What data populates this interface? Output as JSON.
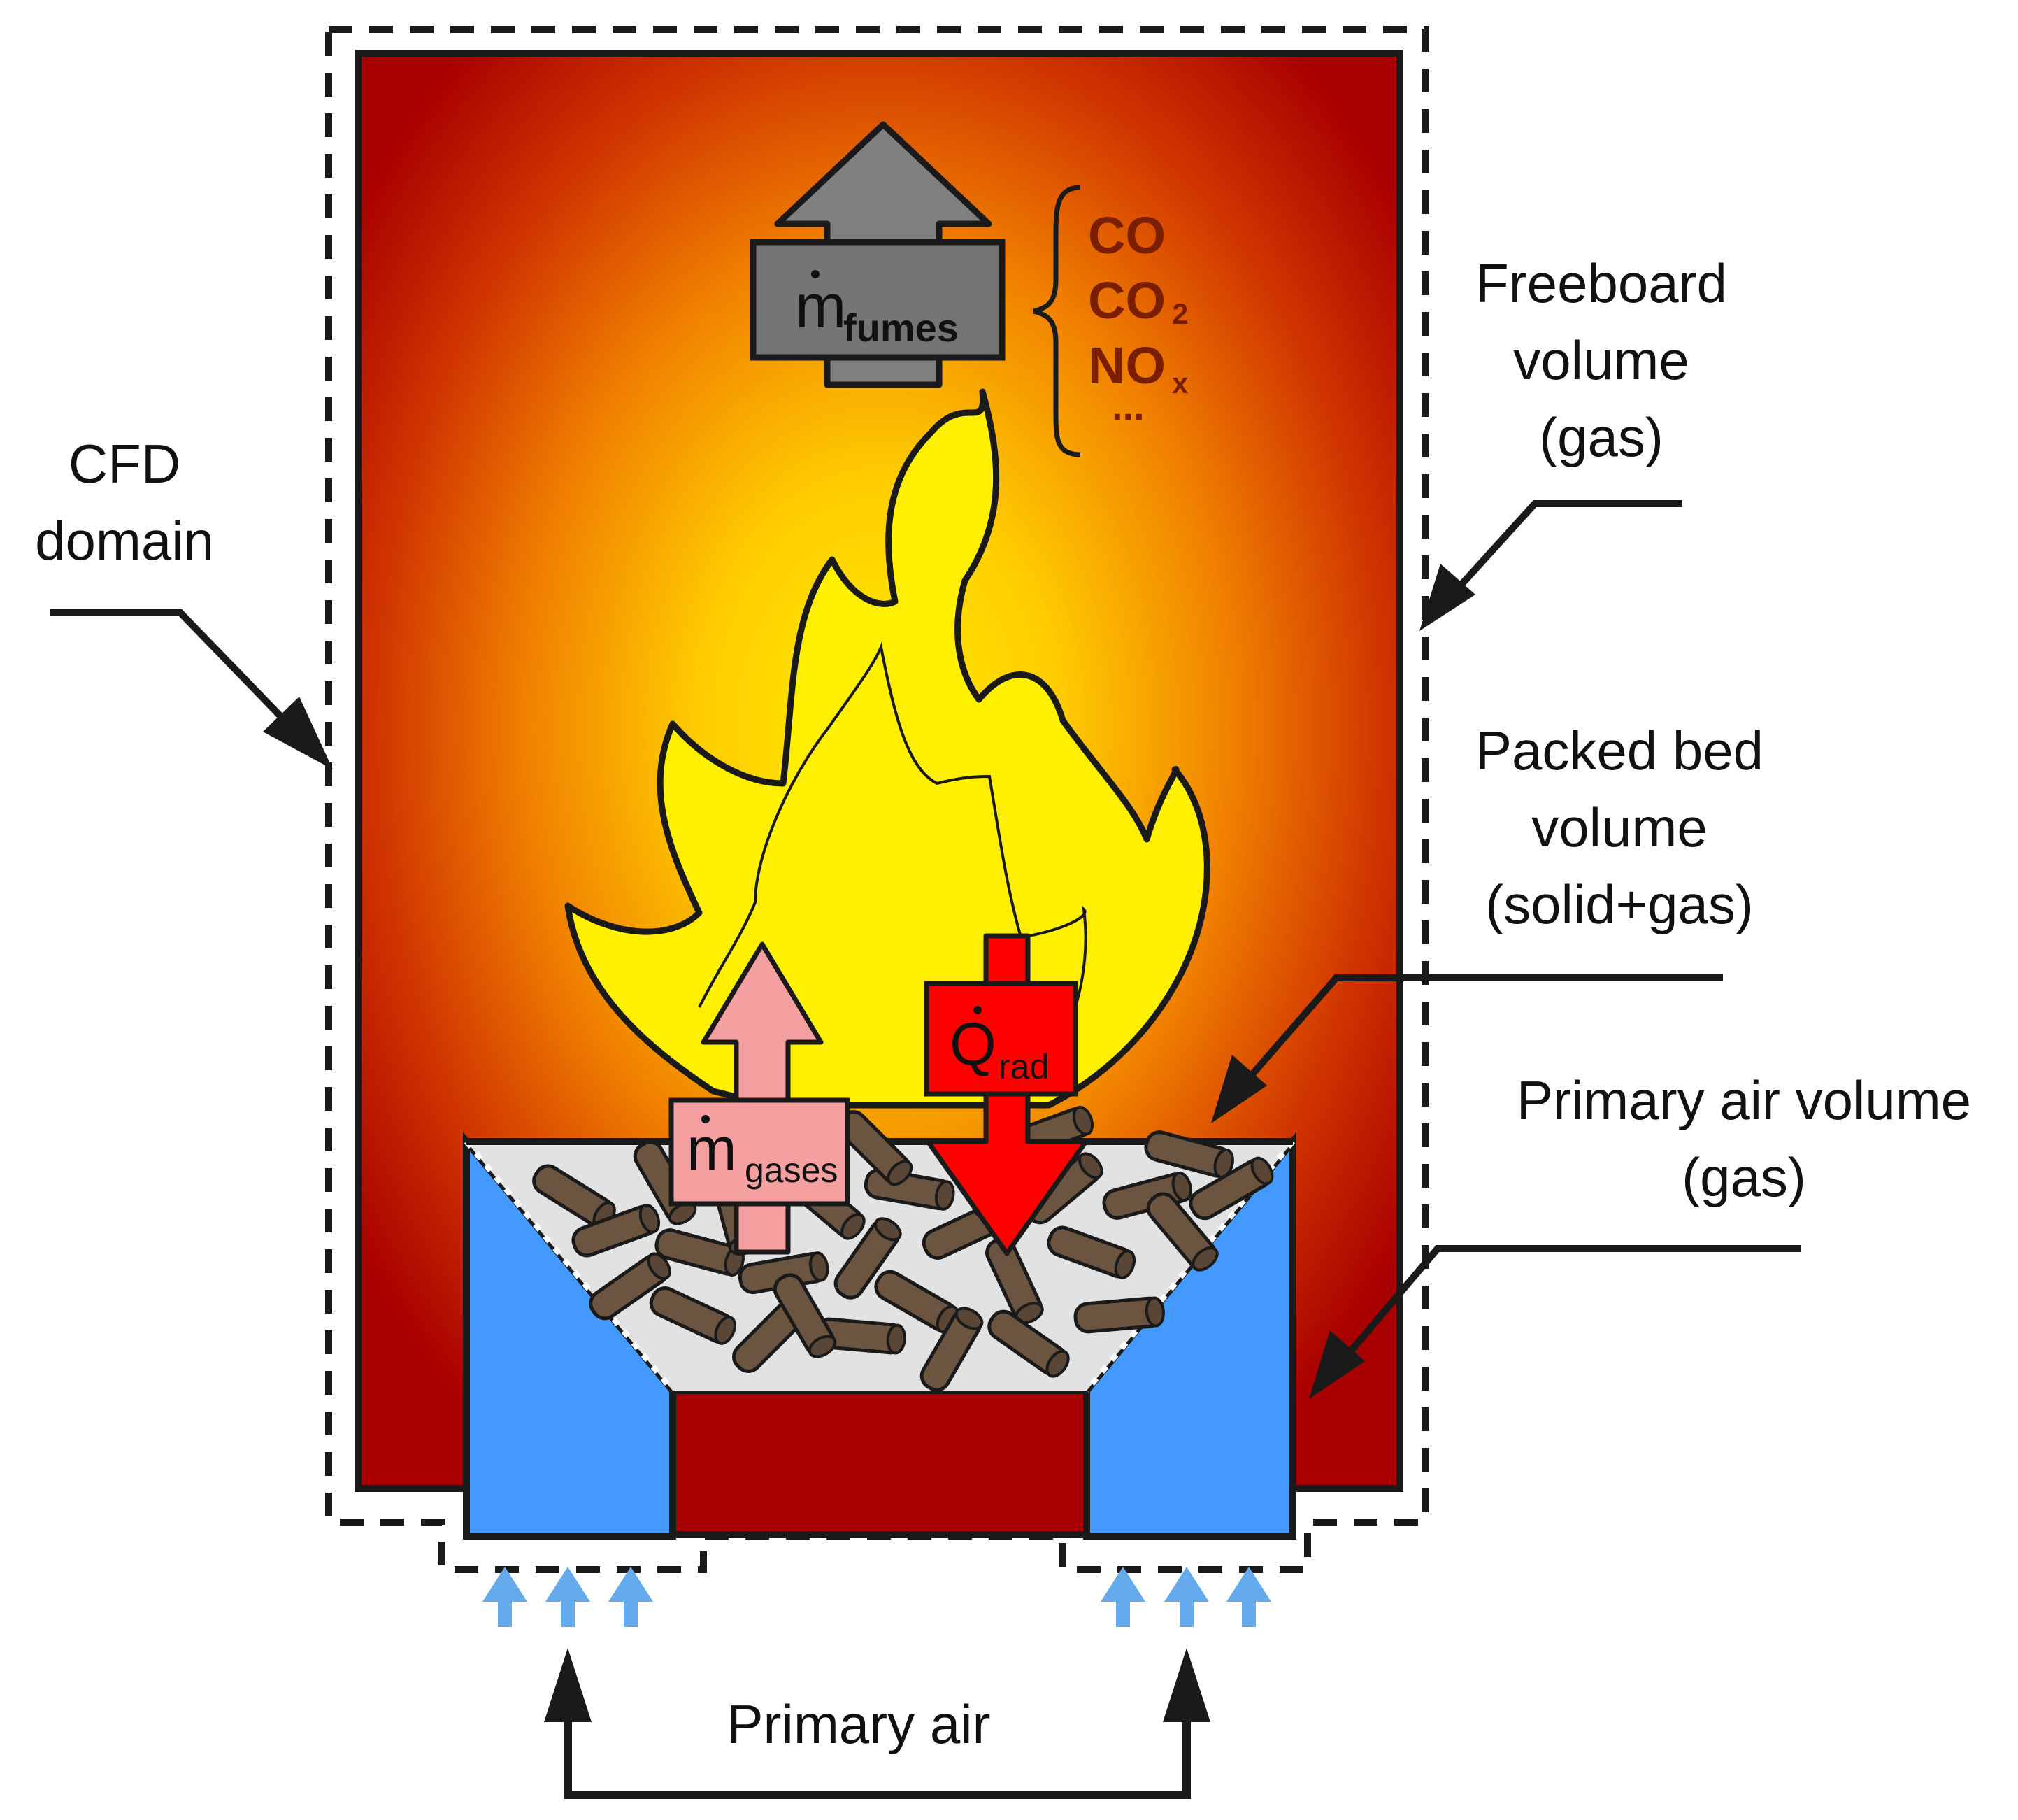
{
  "labels": {
    "cfd_domain": [
      "CFD",
      "domain"
    ],
    "freeboard": [
      "Freeboard",
      "volume",
      "(gas)"
    ],
    "packed_bed": [
      "Packed bed",
      "volume",
      "(solid+gas)"
    ],
    "primary_air_volume": [
      "Primary air volume",
      "(gas)"
    ],
    "primary_air": "Primary air"
  },
  "species": {
    "items": [
      "CO",
      "CO",
      "NO",
      "..."
    ],
    "subscripts": [
      "",
      "2",
      "x",
      ""
    ]
  },
  "flows": {
    "fumes": {
      "symbol": "m",
      "subscript": "fumes"
    },
    "gases": {
      "symbol": "m",
      "subscript": "gases"
    },
    "radiation": {
      "symbol": "Q",
      "subscript": "rad"
    }
  },
  "colors": {
    "furnace_outer": "#a80000",
    "furnace_mid": "#e85a00",
    "furnace_core": "#ffe000",
    "flame_fill": "#ffef00",
    "primary_air_box": "#4499ff",
    "bed_fill": "#e2e2e2",
    "pellet": "#6b5540",
    "fumes_arrow": "#808080",
    "gases_arrow": "#f4a0a0",
    "radiation_arrow": "#ff0000",
    "air_arrows": "#66aaee",
    "species_text": "#7a1e00"
  }
}
